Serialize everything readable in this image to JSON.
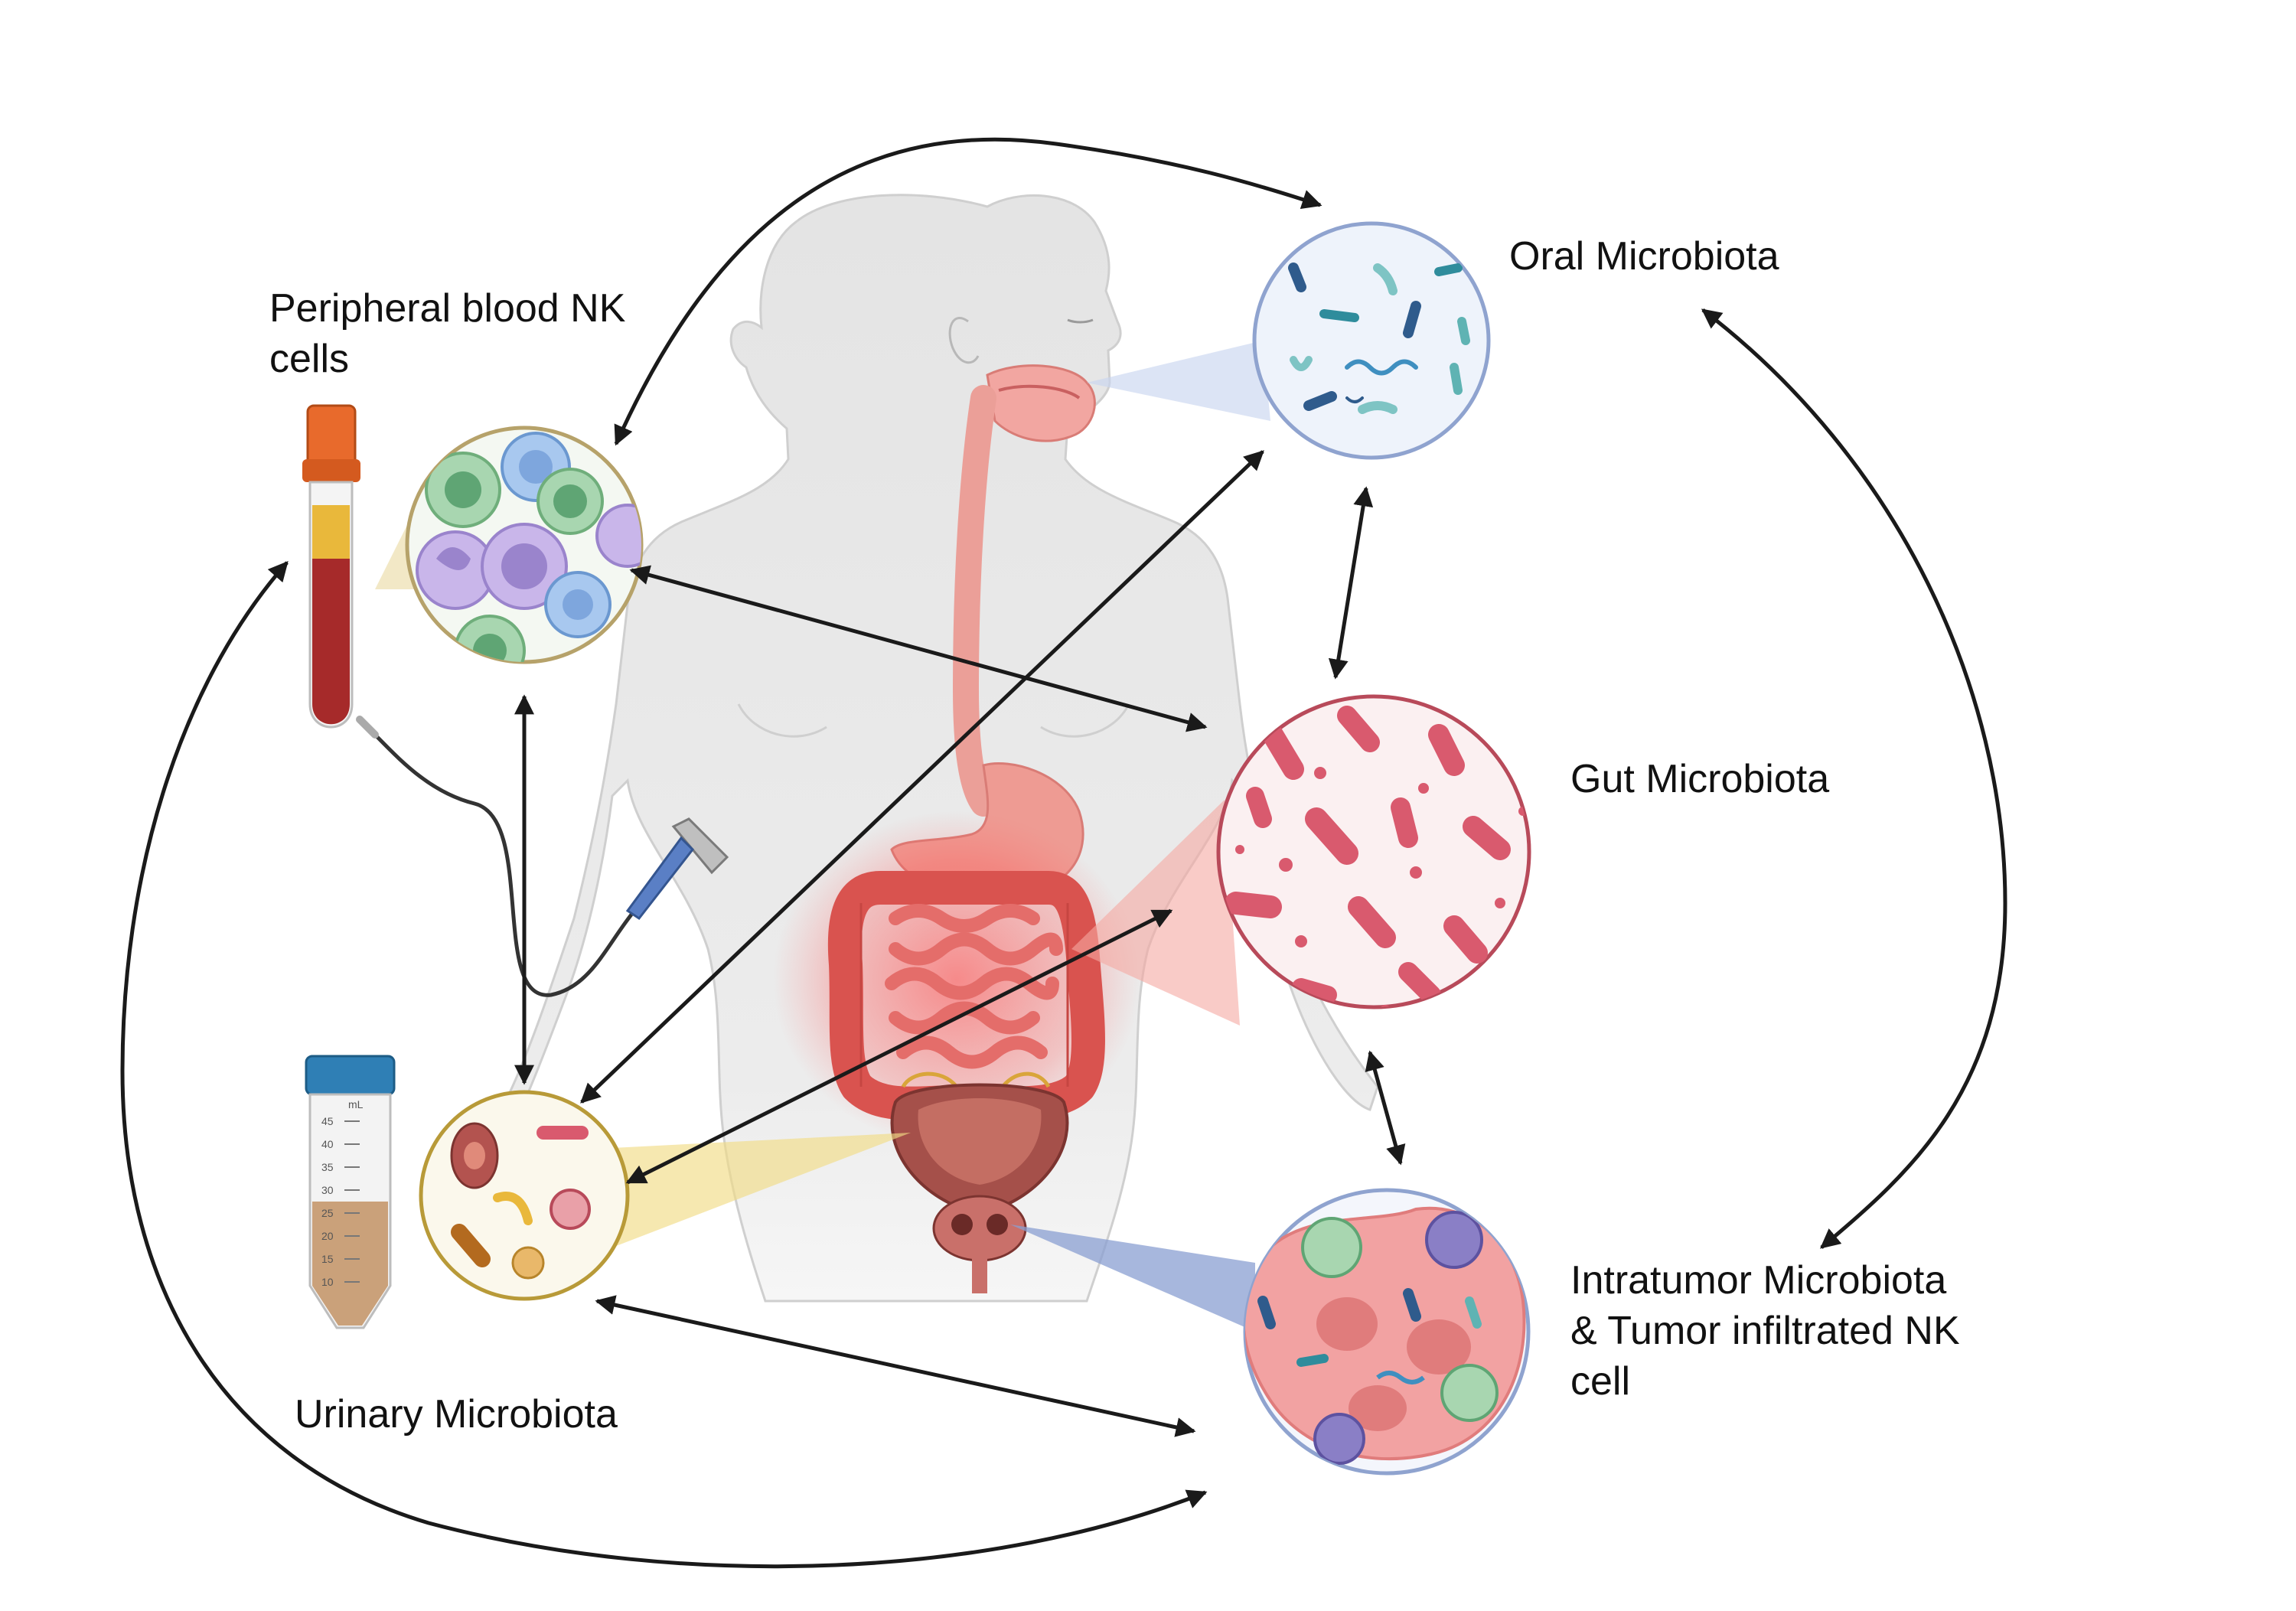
{
  "labels": {
    "peripheral_blood": [
      "Peripheral blood NK",
      "cells"
    ],
    "oral": "Oral Microbiota",
    "gut": "Gut Microbiota",
    "urinary": "Urinary Microbiota",
    "intratumor": [
      "Intratumor Microbiota",
      "& Tumor infiltrated NK",
      "cell"
    ]
  },
  "tube_scale": [
    "mL",
    "45",
    "40",
    "35",
    "30",
    "25",
    "20",
    "15",
    "10"
  ],
  "colors": {
    "oral_circle": "#8fa3cf",
    "blood_circle": "#b6a26a",
    "gut_circle": "#b84a5a",
    "urinary_circle": "#b89a38",
    "tumor_circle": "#8fa3cf",
    "arrow": "#1a1a1a",
    "body": "#e6e6e6",
    "intestine": "#dc5a5e",
    "bacteria_gut": "#d95a6e"
  },
  "icons": [
    "blood-tube-icon",
    "urine-cup-icon",
    "iv-catheter-icon",
    "bladder-prostate-icon",
    "human-body-icon"
  ]
}
